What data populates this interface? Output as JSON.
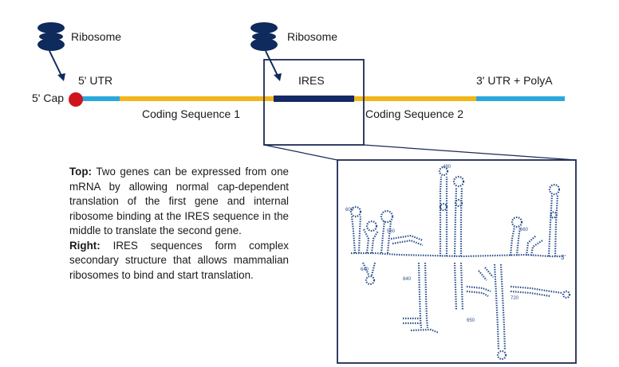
{
  "labels": {
    "ribosome_left": "Ribosome",
    "ribosome_right": "Ribosome",
    "five_cap": "5' Cap",
    "five_utr": "5' UTR",
    "ires": "IRES",
    "three_utr": "3' UTR + PolyA",
    "coding1": "Coding Sequence 1",
    "coding2": "Coding Sequence 2"
  },
  "caption": {
    "top_heading": "Top:",
    "top_text": "Two genes can be expressed from one mRNA by allowing normal cap-dependent translation of the first gene and internal ribosome binding at the IRES sequence in the middle to translate the second gene.",
    "right_heading": "Right:",
    "right_text": "IRES sequences form complex secondary structure that allows mammalian ribosomes to bind and start translation."
  },
  "colors": {
    "ribosome": "#0f2a5c",
    "cap": "#d0141c",
    "utr": "#2aa8dc",
    "coding": "#f2b51a",
    "ires": "#142a66",
    "box": "#1b2a55",
    "structure": "#2a4f8a"
  }
}
